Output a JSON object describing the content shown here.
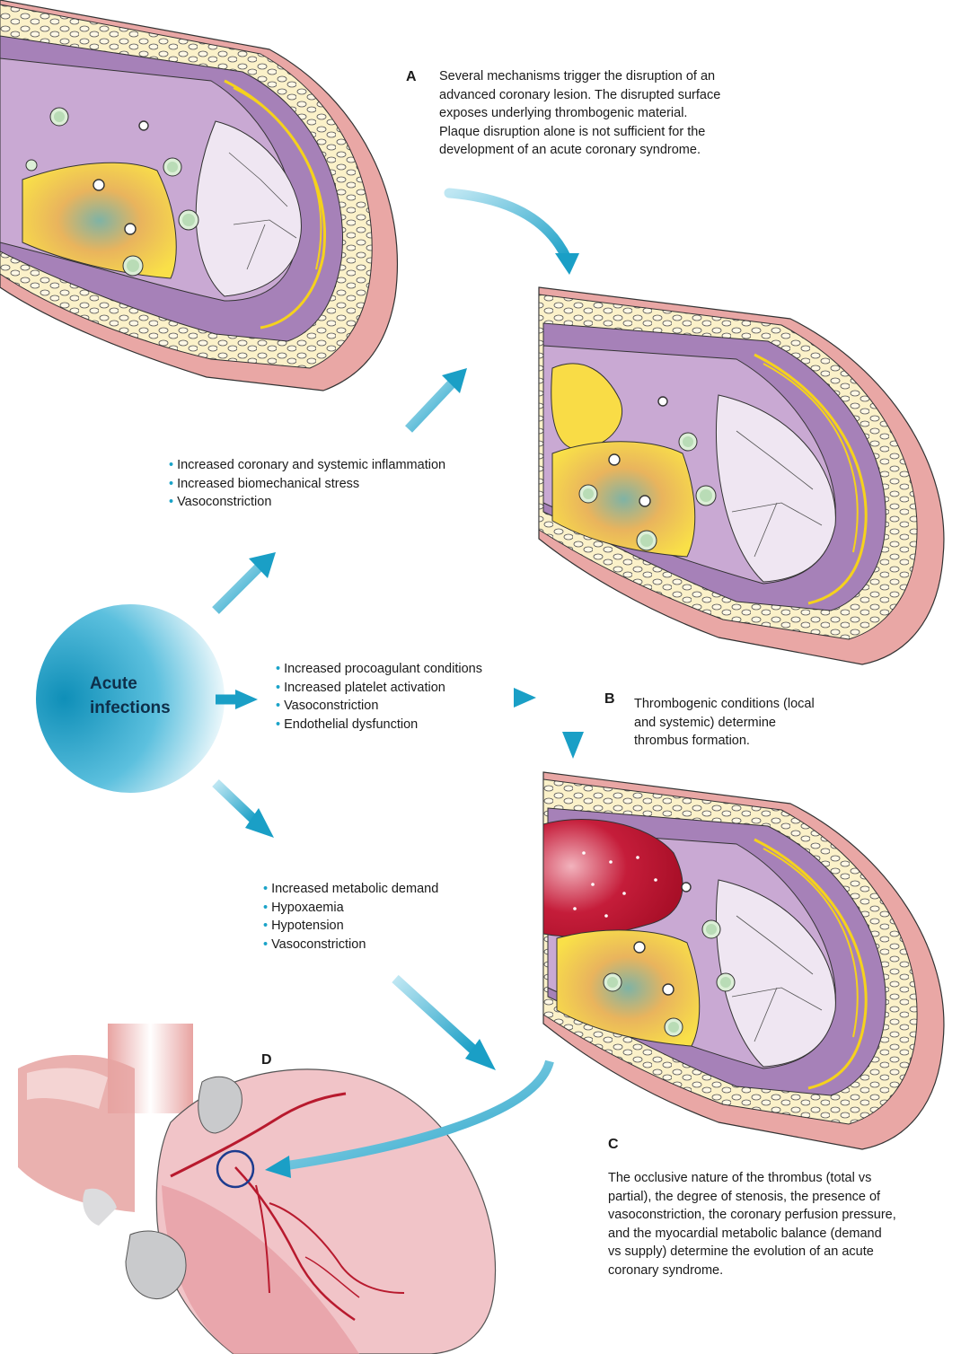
{
  "panels": {
    "a": {
      "letter": "A",
      "text": "Several mechanisms trigger the disruption of an advanced coronary lesion. The disrupted surface exposes underlying thrombogenic material. Plaque disruption alone is not sufficient for the development of an acute coronary syndrome."
    },
    "b": {
      "letter": "B",
      "text": "Thrombogenic conditions (local and systemic) determine thrombus formation."
    },
    "c": {
      "letter": "C",
      "text": "The occlusive nature of the thrombus (total vs partial), the degree of stenosis, the presence of vasoconstriction, the coronary perfusion pressure, and the myocardial metabolic balance (demand vs supply) determine the evolution of an acute coronary syndrome."
    },
    "d": {
      "letter": "D"
    }
  },
  "source": {
    "line1": "Acute",
    "line2": "infections"
  },
  "mechanisms": {
    "inflammation": [
      "Increased coronary and systemic inflammation",
      "Increased biomechanical stress",
      "Vasoconstriction"
    ],
    "coagulation": [
      "Increased procoagulant conditions",
      "Increased platelet activation",
      "Vasoconstriction",
      "Endothelial dysfunction"
    ],
    "metabolic": [
      "Increased metabolic demand",
      "Hypoxaemia",
      "Hypotension",
      "Vasoconstriction"
    ]
  },
  "colors": {
    "arrow": "#1a9fc6",
    "lumen": "#efe6f2",
    "intima": "#c9a9d3",
    "lipid_core": "#f9dc46",
    "thrombus": "#b8142e",
    "adventitia": "#e8a7a4",
    "media_fibers": "#f5d21c",
    "heart": "#e8a0a0"
  }
}
